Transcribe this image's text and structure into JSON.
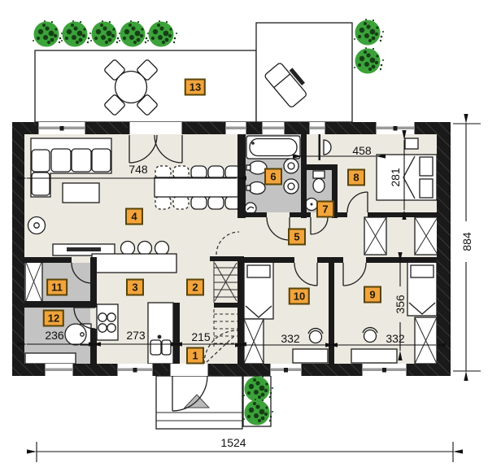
{
  "plan": {
    "room_labels": [
      "1",
      "2",
      "3",
      "4",
      "5",
      "6",
      "7",
      "8",
      "9",
      "10",
      "11",
      "12",
      "13"
    ],
    "dimensions": {
      "living_width": "748",
      "bedroom8_width": "458",
      "bedroom8_depth": "281",
      "wc_width": "236",
      "kitchen_width": "273",
      "hall_width": "215",
      "bedroom10_width": "332",
      "bedroom9_width": "332",
      "bedroom9_depth": "356",
      "house_depth": "884",
      "house_width": "1524"
    },
    "colors": {
      "label_bg": "#F2A43B",
      "label_border": "#584409",
      "label_text": "#1F1A0A",
      "wall": "#1A1A1A",
      "floor": "#ECE9E0",
      "wet_floor": "#C3C3C3",
      "bush_green": "#3CA23A",
      "bush_dark": "#153F15",
      "dim_text": "#111111",
      "step_arrow": "#BBBBBB"
    }
  }
}
